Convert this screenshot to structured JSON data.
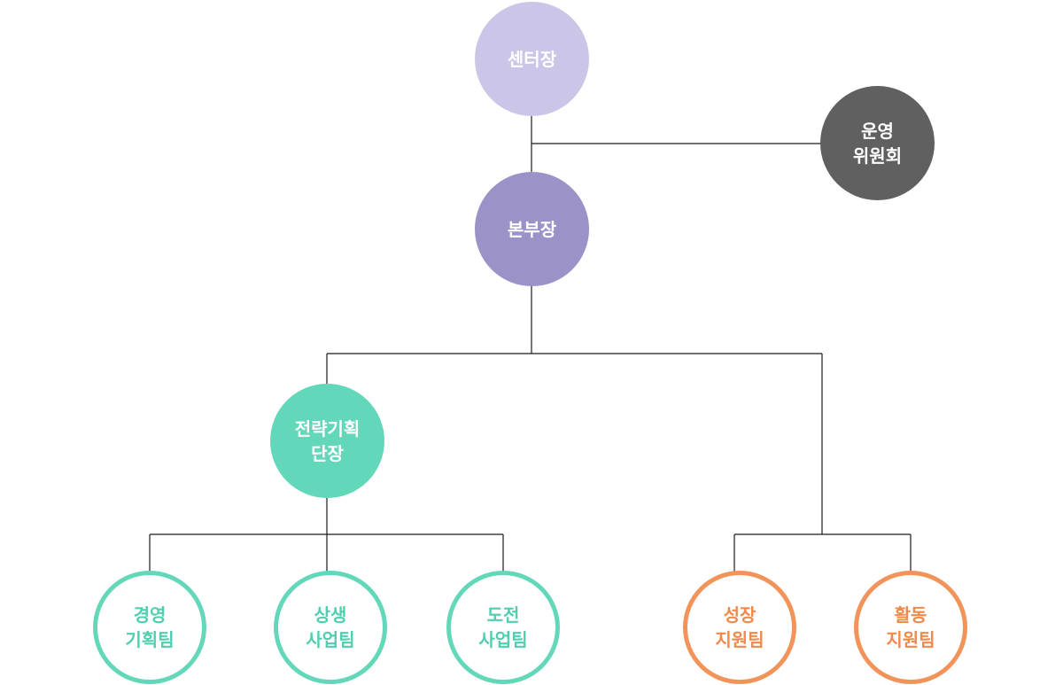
{
  "org": {
    "center_head": {
      "lines": [
        "센터장"
      ],
      "color": "#cbc6e8"
    },
    "committee": {
      "lines": [
        "운영",
        "위원회"
      ],
      "color": "#606060"
    },
    "division_head": {
      "lines": [
        "본부장"
      ],
      "color": "#9b92c8"
    },
    "strategy_head": {
      "lines": [
        "전략기획",
        "단장"
      ],
      "color": "#63d7ba"
    },
    "teams_strategy": [
      {
        "lines": [
          "경영",
          "기획팀"
        ]
      },
      {
        "lines": [
          "상생",
          "사업팀"
        ]
      },
      {
        "lines": [
          "도전",
          "사업팀"
        ]
      }
    ],
    "teams_support": [
      {
        "lines": [
          "성장",
          "지원팀"
        ]
      },
      {
        "lines": [
          "활동",
          "지원팀"
        ]
      }
    ],
    "team_colors": {
      "strategy": "#63d7ba",
      "support": "#f2945a"
    },
    "line_color": "#1a1a1a"
  }
}
